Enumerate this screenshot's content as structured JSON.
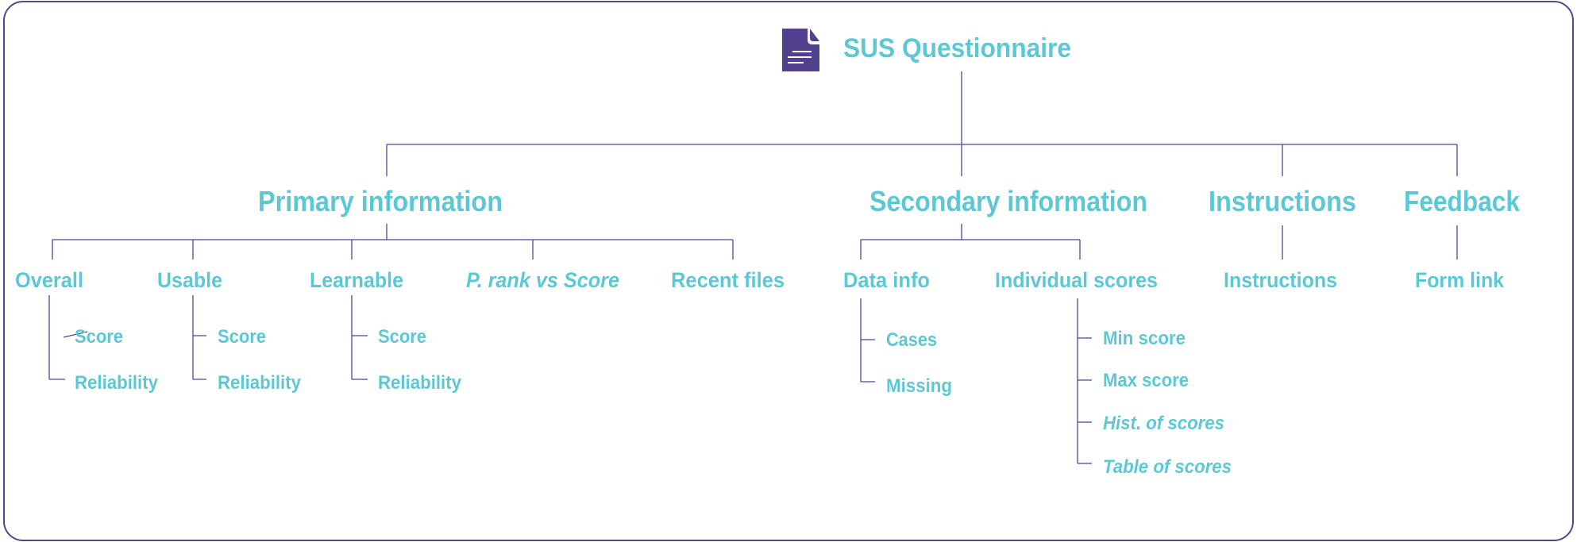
{
  "colors": {
    "text": "#5cc8d3",
    "line": "#4e4890",
    "frame": "#4e4890",
    "icon": "#52418f",
    "icon_lines": "#ffffff"
  },
  "root": {
    "title": "SUS Questionnaire",
    "icon": "document-icon"
  },
  "sections": {
    "primary": {
      "title": "Primary information",
      "overall": {
        "label": "Overall",
        "items": [
          "Score",
          "Reliability"
        ]
      },
      "usable": {
        "label": "Usable",
        "items": [
          "Score",
          "Reliability"
        ]
      },
      "learnable": {
        "label": "Learnable",
        "items": [
          "Score",
          "Reliability"
        ]
      },
      "prank": {
        "label": "P. rank vs Score"
      },
      "recent": {
        "label": "Recent files"
      }
    },
    "secondary": {
      "title": "Secondary information",
      "datainfo": {
        "label": "Data info",
        "items": [
          "Cases",
          "Missing"
        ]
      },
      "individual": {
        "label": "Individual scores",
        "items": [
          "Min score",
          "Max score",
          "Hist. of scores",
          "Table of scores"
        ]
      }
    },
    "instructions": {
      "title": "Instructions",
      "child": "Instructions"
    },
    "feedback": {
      "title": "Feedback",
      "child": "Form link"
    }
  }
}
